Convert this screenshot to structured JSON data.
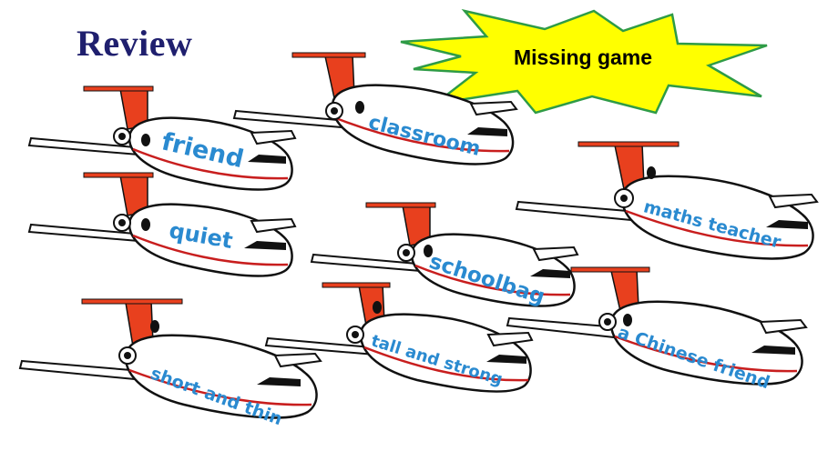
{
  "page": {
    "title": "Review"
  },
  "game": {
    "label": "Missing game"
  },
  "colors": {
    "title": "#1f1f6e",
    "burst_fill": "#ffff00",
    "burst_stroke": "#2e9b46",
    "word": "#2a8ad0",
    "tail": "#e8401e",
    "stripe": "#c81e1e"
  },
  "planes": [
    {
      "word": "friend"
    },
    {
      "word": "classroom"
    },
    {
      "word": "quiet"
    },
    {
      "word": "schoolbag"
    },
    {
      "word": "maths teacher"
    },
    {
      "word": "short and thin"
    },
    {
      "word": "tall and strong"
    },
    {
      "word": "a Chinese friend"
    }
  ]
}
